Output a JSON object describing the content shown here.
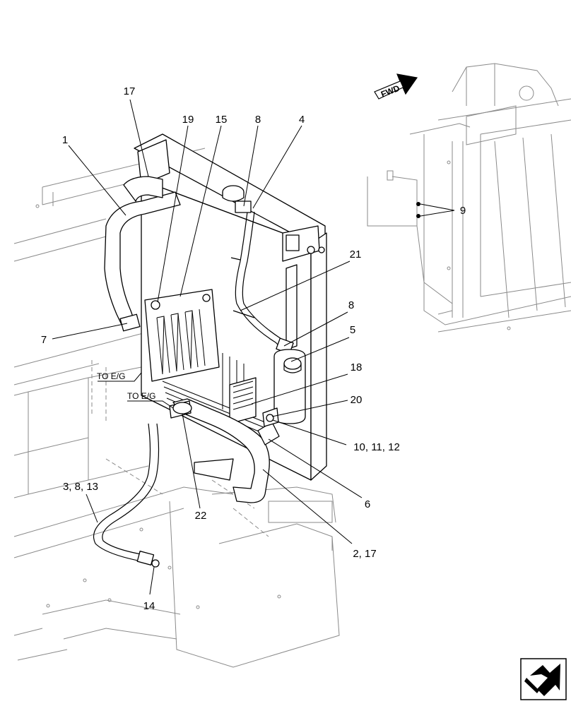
{
  "diagram": {
    "callouts": {
      "c1": "1",
      "c17_top": "17",
      "c19": "19",
      "c15": "15",
      "c8_top": "8",
      "c4": "4",
      "c9": "9",
      "c21": "21",
      "c8_mid": "8",
      "c5": "5",
      "c7": "7",
      "c18": "18",
      "c20": "20",
      "c10_11_12": "10, 11, 12",
      "c6": "6",
      "c3_8_13": "3, 8, 13",
      "c22": "22",
      "c2_17": "2, 17",
      "c14": "14"
    },
    "notes": {
      "to_eg_left": "TO E/G",
      "to_eg_center": "TO E/G",
      "fwd": "FWD"
    }
  }
}
